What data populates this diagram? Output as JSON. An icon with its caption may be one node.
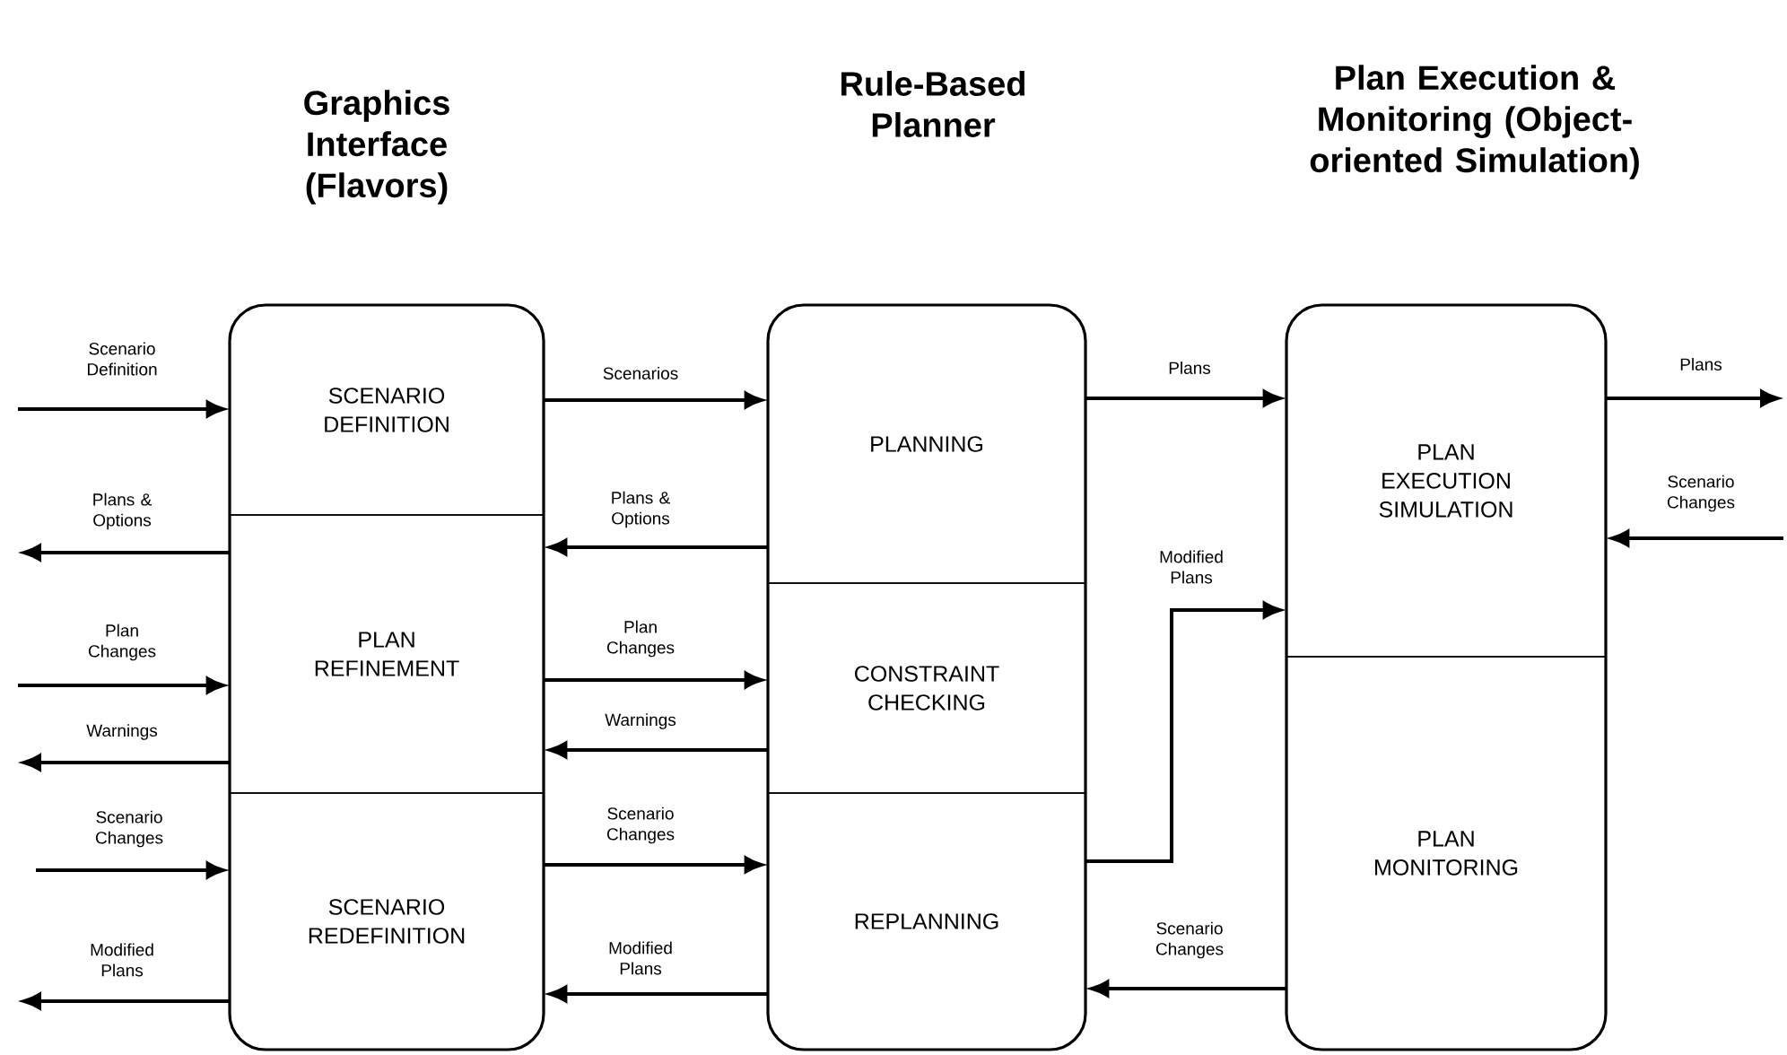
{
  "diagram": {
    "nodes": [
      {
        "text": [
          "Graphics Interface (Flavors)"
        ]
      },
      {
        "text": [
          "SCENARIO DEFINITION"
        ],
        "in": 0
      },
      {
        "text": [
          "PLAN REFINEMENT"
        ],
        "in": 0
      },
      {
        "text": [
          "SCENARIO REDEFINITION"
        ],
        "in": 0
      },
      {
        "text": [
          "Rule-Based Planner"
        ]
      },
      {
        "text": [
          "PLANNING"
        ],
        "in": 4
      },
      {
        "text": [
          "CONSTRAINT CHECKING"
        ],
        "in": 4
      },
      {
        "text": [
          "REPLANNING"
        ],
        "in": 4
      },
      {
        "text": [
          "Plan Execution & Monitoring (Object-oriented Simulation)"
        ]
      },
      {
        "text": [
          "PLAN EXECUTION SIMULATION"
        ],
        "in": 8
      },
      {
        "text": [
          "PLAN MONITORING"
        ],
        "in": 8
      }
    ],
    "edges": [
      {
        "from": null,
        "to": 1,
        "arrow": "to",
        "label": "Scenario Definition"
      },
      {
        "from": 2,
        "to": null,
        "arrow": "to",
        "label": "Plans & Options"
      },
      {
        "from": null,
        "to": 2,
        "arrow": "to",
        "label": "Plan Changes"
      },
      {
        "from": 2,
        "to": null,
        "arrow": "to",
        "label": "Warnings"
      },
      {
        "from": null,
        "to": 3,
        "arrow": "to",
        "label": "Scenario Changes"
      },
      {
        "from": 3,
        "to": null,
        "arrow": "to",
        "label": "Modified Plans"
      },
      {
        "from": 1,
        "to": 5,
        "arrow": "to",
        "label": "Scenarios"
      },
      {
        "from": 5,
        "to": 2,
        "arrow": "to",
        "label": "Plans & Options"
      },
      {
        "from": 2,
        "to": 6,
        "arrow": "to",
        "label": "Plan Changes"
      },
      {
        "from": 6,
        "to": 2,
        "arrow": "to",
        "label": "Warnings"
      },
      {
        "from": 3,
        "to": 7,
        "arrow": "to",
        "label": "Scenario Changes"
      },
      {
        "from": 7,
        "to": 3,
        "arrow": "to",
        "label": "Modified Plans"
      },
      {
        "from": 5,
        "to": 9,
        "arrow": "to",
        "label": "Plans"
      },
      {
        "from": 7,
        "to": 9,
        "arrow": "to",
        "label": "Modified Plans"
      },
      {
        "from": 10,
        "to": 7,
        "arrow": "to",
        "label": "Scenario Changes"
      },
      {
        "from": 9,
        "to": null,
        "arrow": "to",
        "label": "Plans"
      },
      {
        "from": null,
        "to": 9,
        "arrow": "to",
        "label": "Scenario Changes"
      }
    ]
  }
}
